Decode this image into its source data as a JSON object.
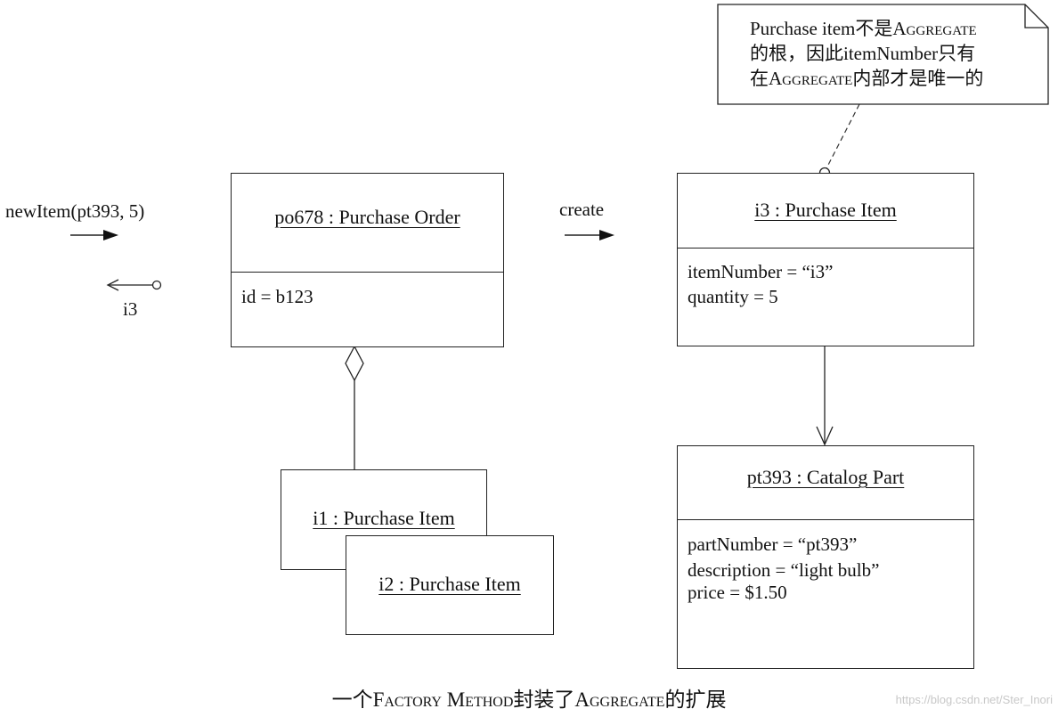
{
  "diagram": {
    "messages": {
      "call": "newItem(pt393, 5)",
      "return": "i3",
      "create": "create"
    },
    "purchase_order": {
      "title": "po678 : Purchase Order",
      "attributes": [
        "id = b123"
      ]
    },
    "item_i1": {
      "title": "i1 : Purchase Item"
    },
    "item_i2": {
      "title": "i2 : Purchase Item"
    },
    "item_i3": {
      "title": "i3 : Purchase Item",
      "attributes": [
        "itemNumber = “i3”",
        "quantity = 5"
      ]
    },
    "catalog_part": {
      "title": "pt393 : Catalog Part",
      "attributes": [
        "partNumber = “pt393”",
        "description = “light bulb”",
        "price = $1.50"
      ]
    },
    "note": {
      "line1_a": "Purchase item不是",
      "line1_b": "Aggregate",
      "line2": "的根，因此itemNumber只有",
      "line3_a": "在",
      "line3_b": "Aggregate",
      "line3_c": "内部才是唯一的"
    }
  },
  "caption": {
    "part1": "一个",
    "part2": "Factory Method",
    "part3": "封装了",
    "part4": "Aggregate",
    "part5": "的扩展"
  },
  "watermark": "https://blog.csdn.net/Ster_Inori"
}
